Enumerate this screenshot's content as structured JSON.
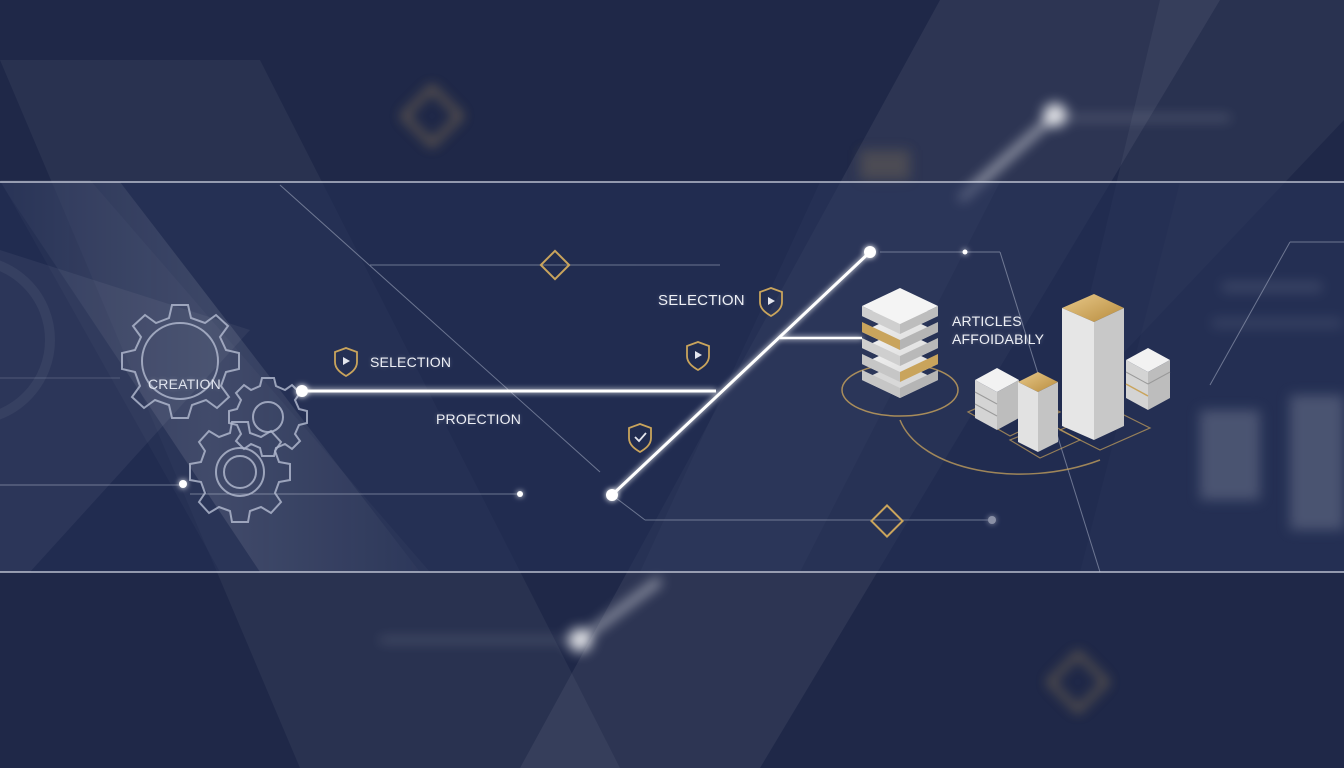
{
  "labels": {
    "creation": "CREATION",
    "selection_left": "SELECTION",
    "projection": "PROECTION",
    "selection_top": "SELECTION",
    "articles_line1": "ARTICLES",
    "articles_line2": "AFFOIDABILY"
  },
  "icons": [
    "gear-icon",
    "shield-play-icon",
    "shield-check-icon",
    "diamond-icon",
    "server-stack-icon",
    "building-bars-icon"
  ],
  "colors": {
    "background": "#1f2848",
    "band": "#232d52",
    "accent_gold": "#c9a45c",
    "line_glow": "#ffffff"
  }
}
